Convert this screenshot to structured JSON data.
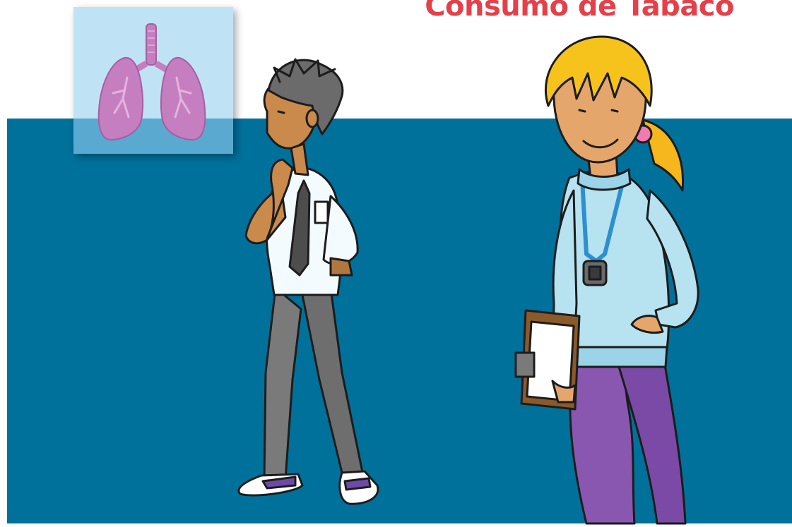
{
  "title": {
    "text": "Consumo de Tabaco",
    "color": "#e5404a"
  },
  "colors": {
    "background": "#ffffff",
    "band": "#00719b",
    "card_light": "#bfe3f5",
    "card_dark": "#5aa9d0",
    "lungs": "#c57fc0"
  },
  "illustrations": {
    "lungs_icon": "lungs-icon",
    "boy": "thinking-boy-illustration",
    "girl": "girl-with-clipboard-illustration"
  }
}
